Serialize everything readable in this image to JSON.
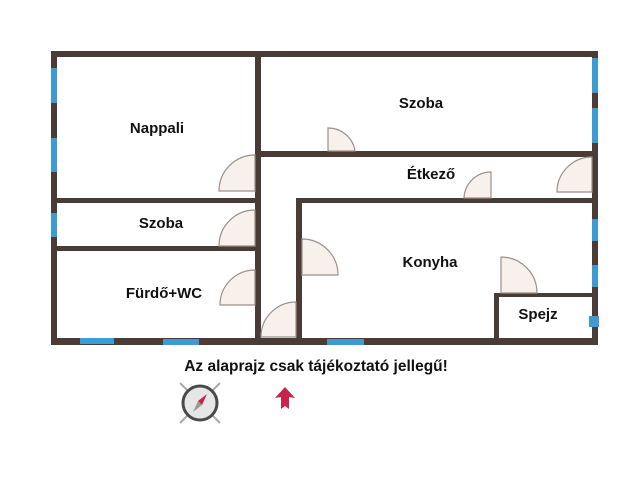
{
  "floorplan": {
    "rooms": {
      "nappali": "Nappali",
      "szoba_right": "Szoba",
      "etkezo": "Étkező",
      "szoba_left": "Szoba",
      "konyha": "Konyha",
      "furdo": "Fürdő+WC",
      "spejz": "Spejz"
    },
    "disclaimer": "Az alaprajz csak tájékoztató jellegű!",
    "colors": {
      "wall": "#4a3b36",
      "window": "#3d9bd3",
      "door": "#f8f0ea",
      "north_arrow": "#c8234a"
    }
  }
}
